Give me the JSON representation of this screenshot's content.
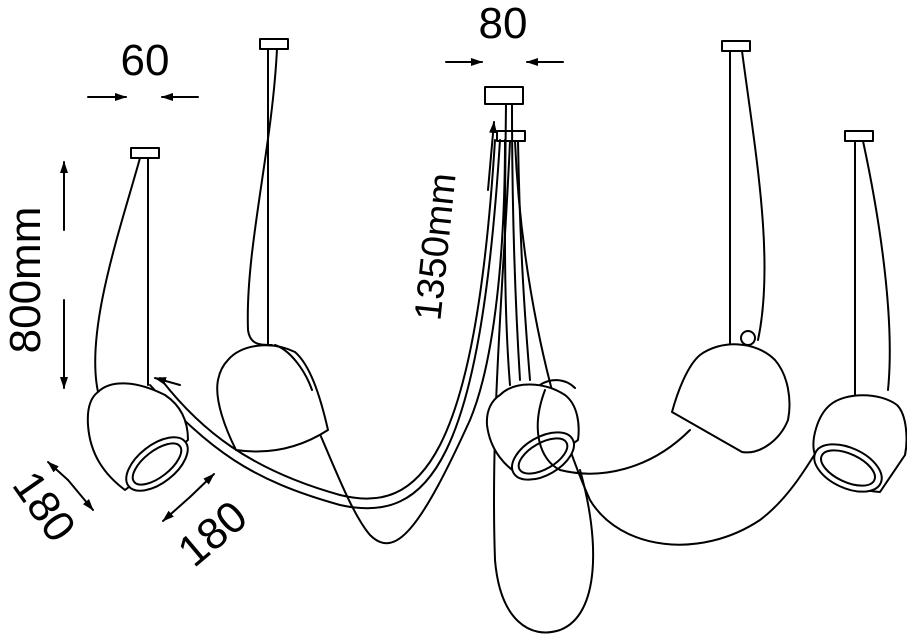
{
  "diagram": {
    "dimensions": {
      "width_top": "80",
      "canopy_small": "60",
      "drop_height": "800mm",
      "cable_length": "1350mm",
      "shade_diameter_left": "180",
      "shade_diameter_right": "180"
    },
    "colors": {
      "line": "#000000",
      "background": "#ffffff"
    }
  }
}
